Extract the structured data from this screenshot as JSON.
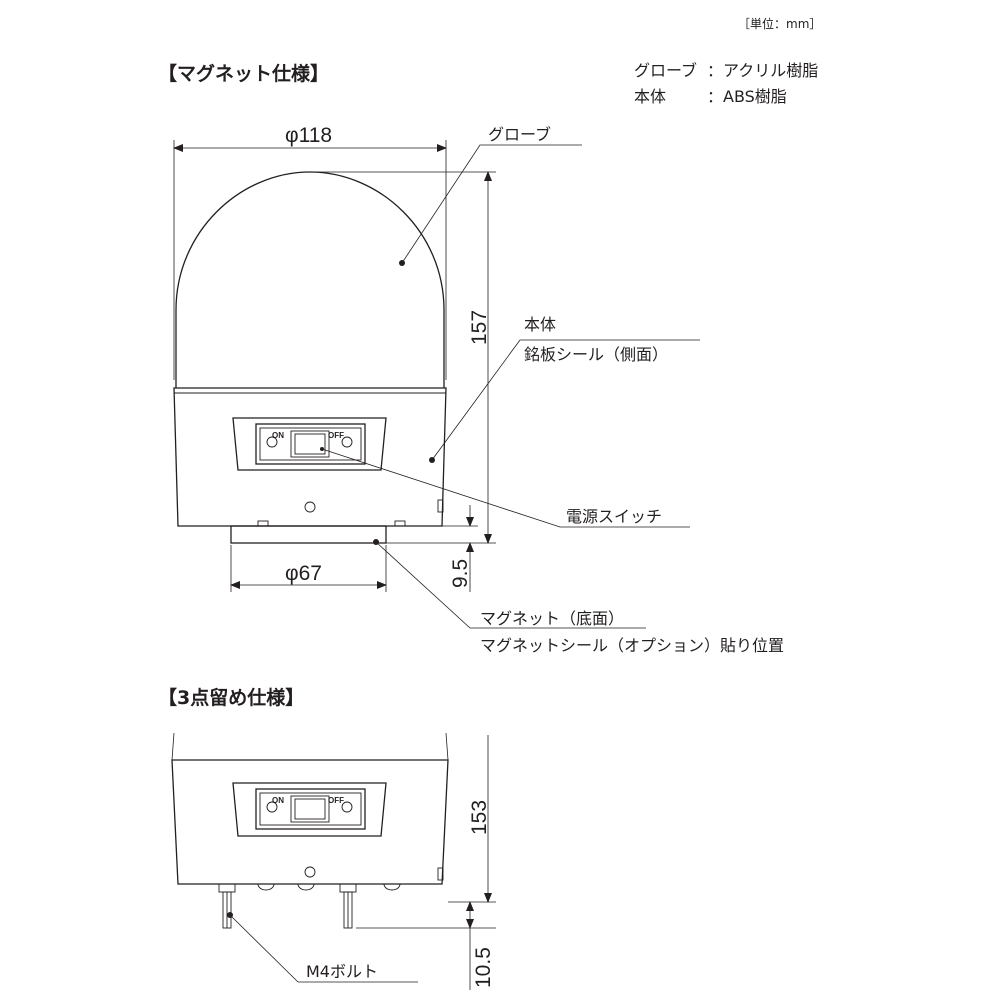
{
  "unit_note": "［単位：mm］",
  "materials": [
    {
      "part": "グローブ",
      "material": "：アクリル樹脂"
    },
    {
      "part": "本体",
      "material": "：ABS樹脂"
    }
  ],
  "magnet_spec": {
    "heading": "【マグネット仕様】",
    "dim_width": "φ118",
    "dim_height": "157",
    "dim_base_width": "φ67",
    "dim_base_height": "9.5",
    "label_globe": "グローブ",
    "label_body": "本体",
    "label_nameplate": "銘板シール（側面）",
    "label_switch": "電源スイッチ",
    "label_magnet": "マグネット（底面）",
    "label_magnet_seal": "マグネットシール（オプション）貼り位置"
  },
  "three_point_spec": {
    "heading": "【3点留め仕様】",
    "dim_height": "153",
    "dim_bolt_height": "10.5",
    "label_bolt": "M4ボルト"
  },
  "switch": {
    "on": "ON",
    "off": "OFF"
  }
}
